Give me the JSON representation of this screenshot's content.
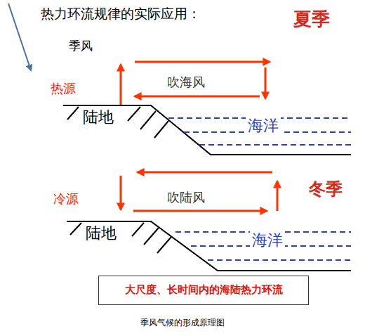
{
  "diagram": {
    "title": "热力环流规律的实际应用：",
    "caption": "季风气候的形成原理图",
    "nodes": [
      {
        "text": [
          "大尺度、长时间内的海陆热力环流"
        ]
      }
    ],
    "labels": [
      "季风",
      "夏季",
      "热源",
      "吹海风",
      "陆地",
      "海洋",
      "冬季",
      "冷源",
      "吹陆风",
      "陆地",
      "海洋"
    ]
  }
}
